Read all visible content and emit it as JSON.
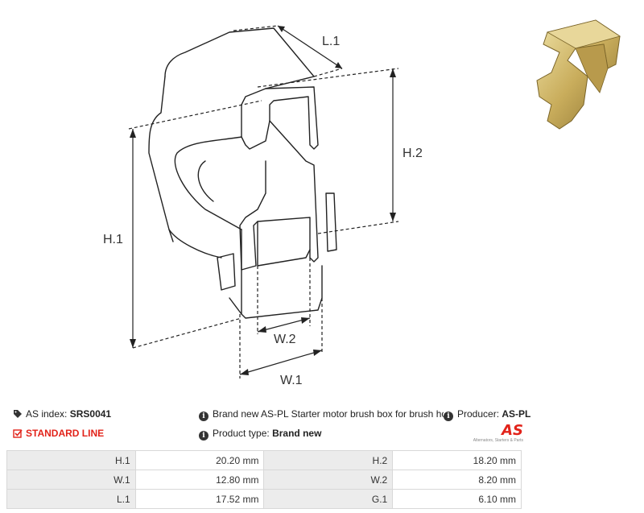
{
  "drawing": {
    "dimensions": {
      "l1": "L.1",
      "h1": "H.1",
      "h2": "H.2",
      "w1": "W.1",
      "w2": "W.2"
    }
  },
  "info": {
    "as_index_label": "AS index:",
    "as_index_value": "SRS0041",
    "standard_line": "STANDARD LINE",
    "description": "Brand new AS-PL Starter motor brush box for brush holde",
    "product_type_label": "Product type:",
    "product_type_value": "Brand new",
    "producer_label": "Producer:",
    "producer_value": "AS-PL"
  },
  "logo": {
    "mark": "AS",
    "tagline": "Alternators, Starters & Parts"
  },
  "specs": [
    [
      {
        "label": "H.1",
        "value": "20.20 mm"
      },
      {
        "label": "H.2",
        "value": "18.20 mm"
      }
    ],
    [
      {
        "label": "W.1",
        "value": "12.80 mm"
      },
      {
        "label": "W.2",
        "value": "8.20 mm"
      }
    ],
    [
      {
        "label": "L.1",
        "value": "17.52 mm"
      },
      {
        "label": "G.1",
        "value": "6.10 mm"
      }
    ]
  ],
  "colors": {
    "accent_red": "#e2231a",
    "table_label_bg": "#ececec",
    "part_gold": "#c9ad5c"
  },
  "icons": {
    "tag": "tag-icon",
    "check": "checkbox-icon",
    "info": "info-icon"
  }
}
